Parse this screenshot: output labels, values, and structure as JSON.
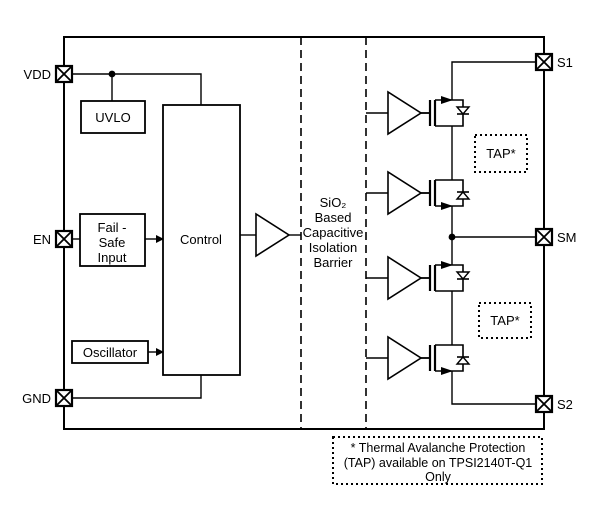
{
  "pins": {
    "vdd": "VDD",
    "en": "EN",
    "gnd": "GND",
    "s1": "S1",
    "sm": "SM",
    "s2": "S2"
  },
  "blocks": {
    "uvlo": "UVLO",
    "fail_safe": [
      "Fail -",
      "Safe",
      "Input"
    ],
    "control": "Control",
    "oscillator": "Oscillator"
  },
  "barrier": [
    "SiO₂",
    "Based",
    "Capacitive",
    "Isolation",
    "Barrier"
  ],
  "tap_boxes": [
    {
      "label": "TAP*"
    },
    {
      "label": "TAP*"
    }
  ],
  "note": [
    "* Thermal Avalanche Protection",
    "(TAP) available on TPSI2140T-Q1",
    "Only"
  ],
  "colors": {
    "line": "#000000",
    "background": "#ffffff"
  }
}
